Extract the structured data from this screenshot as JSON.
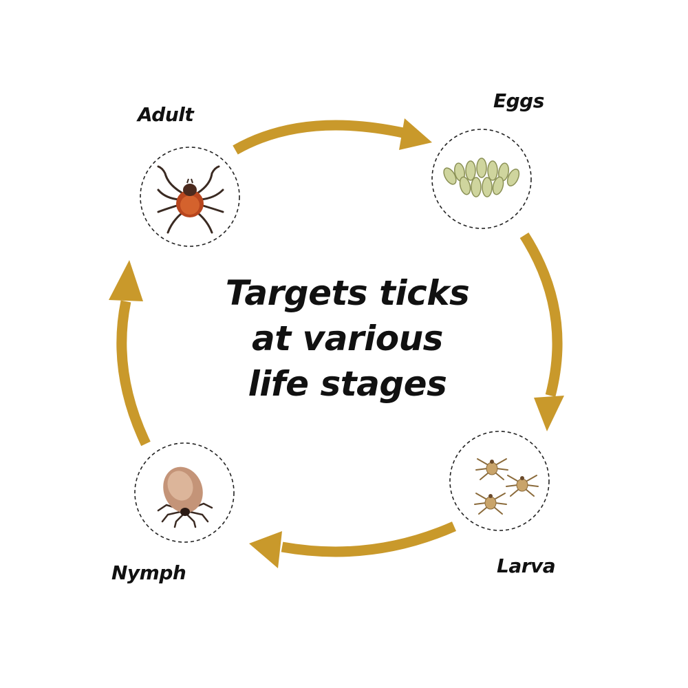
{
  "diagram": {
    "center_text": [
      "Targets ticks",
      "at various",
      "life stages"
    ],
    "stages": [
      {
        "id": "adult",
        "label": "Adult"
      },
      {
        "id": "eggs",
        "label": "Eggs"
      },
      {
        "id": "larva",
        "label": "Larva"
      },
      {
        "id": "nymph",
        "label": "Nymph"
      }
    ],
    "colors": {
      "arrow": "#C9992B",
      "text": "#111111",
      "circle_border": "#222222"
    }
  }
}
